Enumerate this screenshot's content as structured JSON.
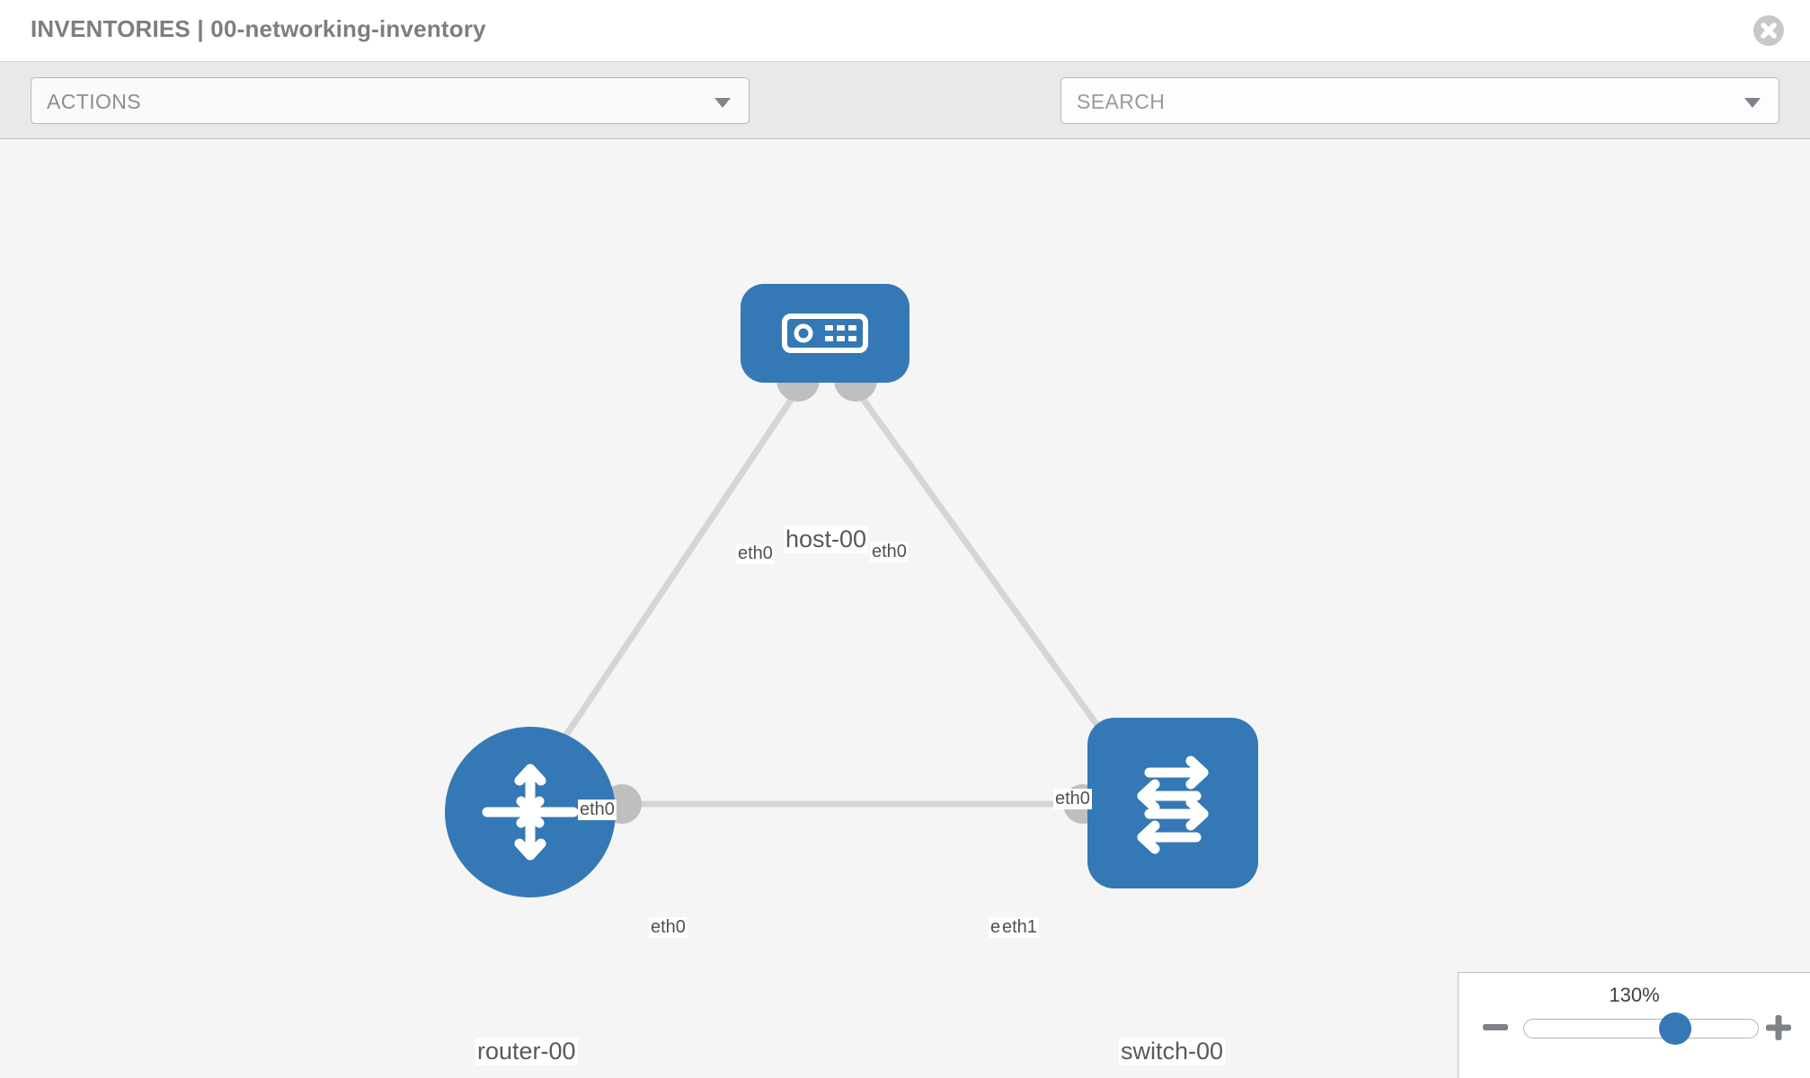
{
  "header": {
    "title": "INVENTORIES | 00-networking-inventory",
    "close_icon": "close-circle-icon"
  },
  "toolbar": {
    "actions_label": "ACTIONS",
    "actions_caret_icon": "chevron-down-icon",
    "wrench_icon": "wrench-icon",
    "key_icon": "key-icon",
    "search_placeholder": "SEARCH",
    "search_caret_icon": "chevron-down-icon"
  },
  "topology": {
    "nodes": [
      {
        "id": "host-00",
        "label": "host-00",
        "type": "host",
        "icon": "server-device-icon",
        "color": "#3479b5"
      },
      {
        "id": "router-00",
        "label": "router-00",
        "type": "router",
        "icon": "router-arrows-icon",
        "color": "#3479b5"
      },
      {
        "id": "switch-00",
        "label": "switch-00",
        "type": "switch",
        "icon": "switch-arrows-icon",
        "color": "#3479b5"
      }
    ],
    "links": [
      {
        "from": "router-00",
        "to": "host-00",
        "from_iface": "eth0",
        "to_iface": "eth0"
      },
      {
        "from": "host-00",
        "to": "switch-00",
        "from_iface": "eth0",
        "to_iface": "eth0"
      },
      {
        "from": "router-00",
        "to": "switch-00",
        "from_iface": "eth0",
        "to_iface_a": "eth0",
        "to_iface_b": "eth1"
      }
    ],
    "edge_color": "#d5d5d5",
    "connector_color": "#bfbfbf"
  },
  "zoom_control": {
    "level": "130%",
    "minus_icon": "minus-icon",
    "plus_icon": "plus-icon",
    "slider_name": "zoom-slider"
  }
}
